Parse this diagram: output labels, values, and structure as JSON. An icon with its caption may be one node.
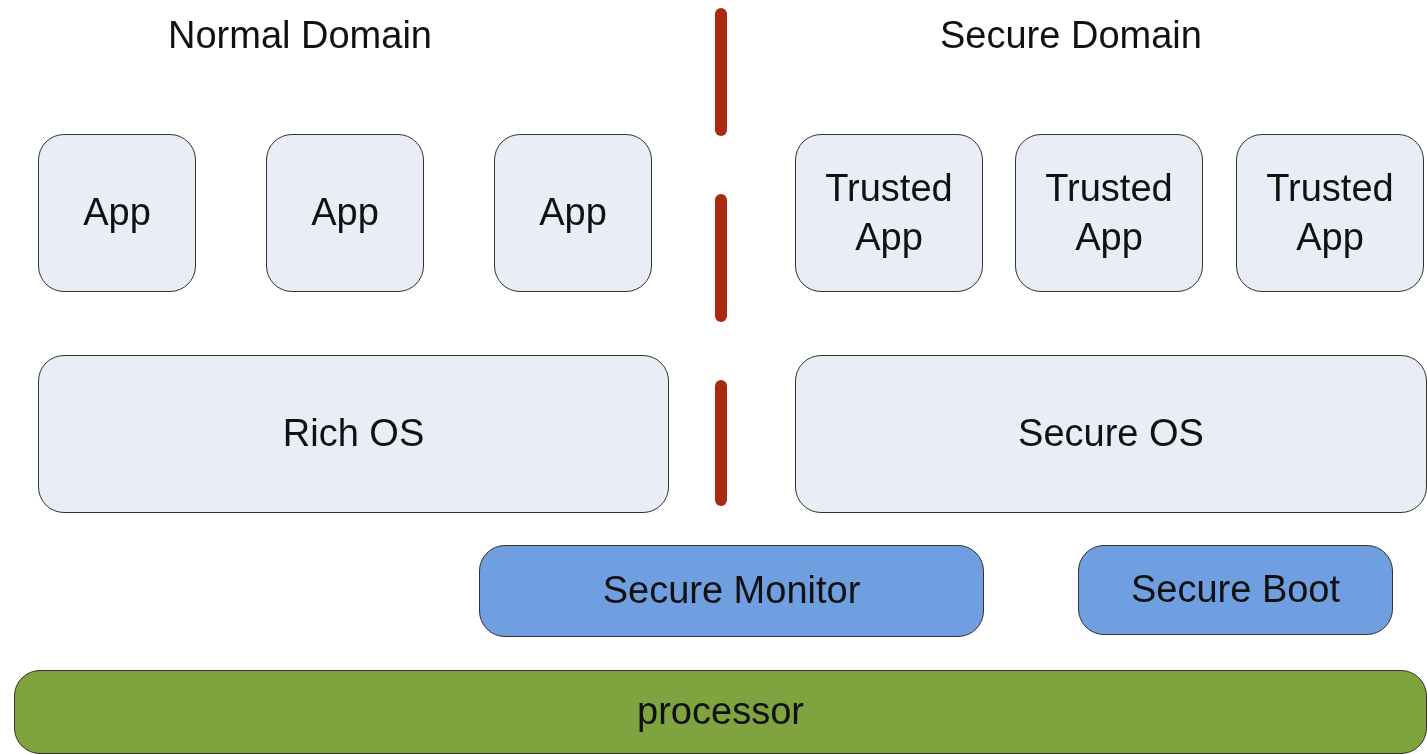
{
  "diagram": {
    "nodes": [
      {
        "text": [
          "App"
        ]
      },
      {
        "text": [
          "App"
        ]
      },
      {
        "text": [
          "App"
        ]
      },
      {
        "text": [
          "Trusted App"
        ]
      },
      {
        "text": [
          "Trusted App"
        ]
      },
      {
        "text": [
          "Trusted App"
        ]
      },
      {
        "text": [
          "Rich OS"
        ]
      },
      {
        "text": [
          "Secure OS"
        ]
      },
      {
        "text": [
          "Secure Monitor"
        ]
      },
      {
        "text": [
          "Secure Boot"
        ]
      },
      {
        "text": [
          "processor"
        ]
      }
    ],
    "edges": [],
    "labels": [
      "Normal Domain",
      "Secure Domain"
    ]
  }
}
